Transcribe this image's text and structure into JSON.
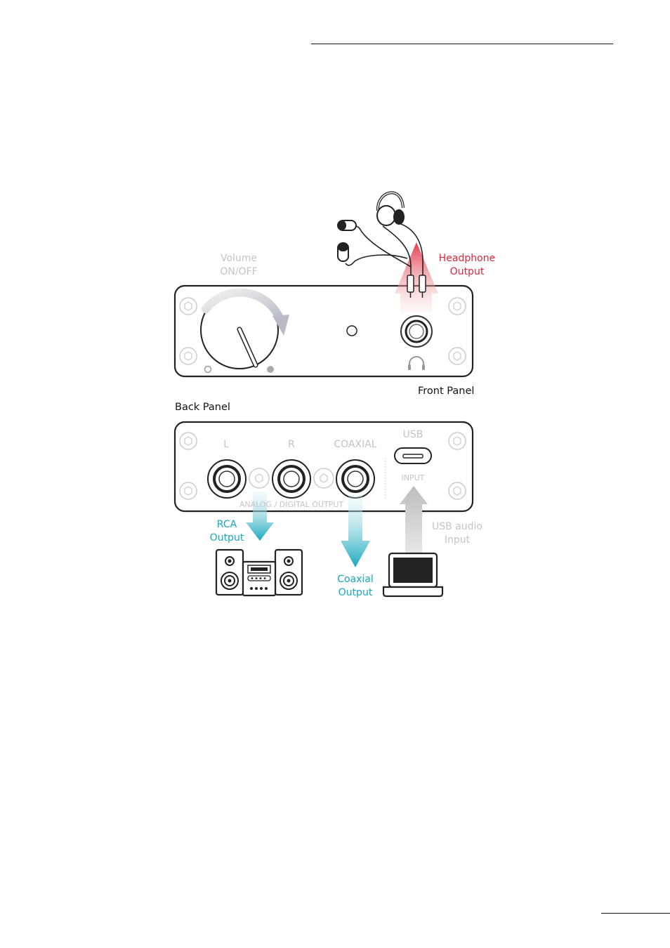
{
  "labels": {
    "volume": "Volume\nON/OFF",
    "headphone_output": "Headphone\nOutput",
    "front_panel": "Front Panel",
    "back_panel": "Back Panel",
    "l": "L",
    "r": "R",
    "coaxial": "COAXIAL",
    "usb": "USB",
    "input": "INPUT",
    "analog_digital_output": "ANALOG / DIGITAL OUTPUT",
    "rca_output": "RCA\nOutput",
    "coaxial_output": "Coaxial\nOutput",
    "usb_audio_input": "USB audio\nInput"
  },
  "colors": {
    "headphone_accent": "#e0263a",
    "output_accent": "#17a8bd",
    "panel_outline": "#222222",
    "muted_text": "#c4c4c4"
  },
  "icons": [
    "headphones-icon",
    "earbuds-icon",
    "headphone-symbol-icon",
    "stereo-system-icon",
    "laptop-icon"
  ]
}
